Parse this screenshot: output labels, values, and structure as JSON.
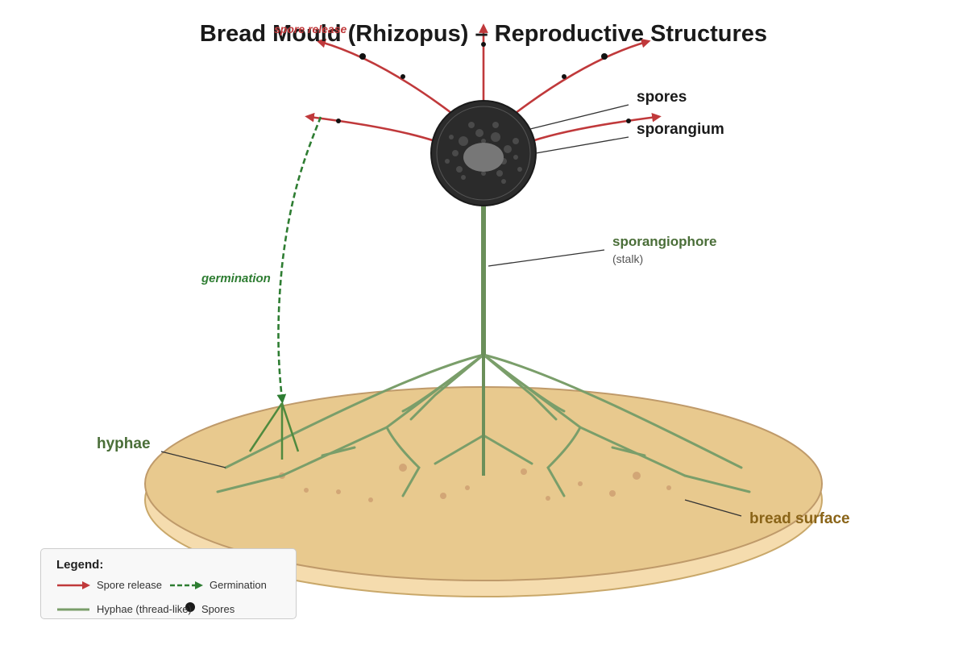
{
  "title": "Bread Mould (Rhizopus) – Reproductive Structures",
  "labels": {
    "spore_release": "spore release",
    "spores": "spores",
    "sporangium": "sporangium",
    "sporangiophore": "sporangiophore",
    "sporangiophore_note": "(stalk)",
    "germination": "germination",
    "hyphae": "hyphae",
    "bread_surface": "bread surface"
  },
  "legend": {
    "title": "Legend:",
    "items": [
      {
        "label": "Spore release",
        "symbol": "red-arrow"
      },
      {
        "label": "Germination",
        "symbol": "green-dashed-arrow"
      },
      {
        "label": "Hyphae (thread-like)",
        "symbol": "green-line"
      },
      {
        "label": "Spores",
        "symbol": "black-dot"
      }
    ]
  },
  "colors": {
    "spore_release": "#c0393b",
    "germination": "#2e7d32",
    "hyphae": "#7a9e6a",
    "stalk": "#6b8f5a",
    "bread": "#e8c98e",
    "bread_crust": "#f5dcae",
    "sporangium": "#2b2b2b",
    "label_green": "#4a6e38",
    "label_bread": "#8a6418"
  }
}
